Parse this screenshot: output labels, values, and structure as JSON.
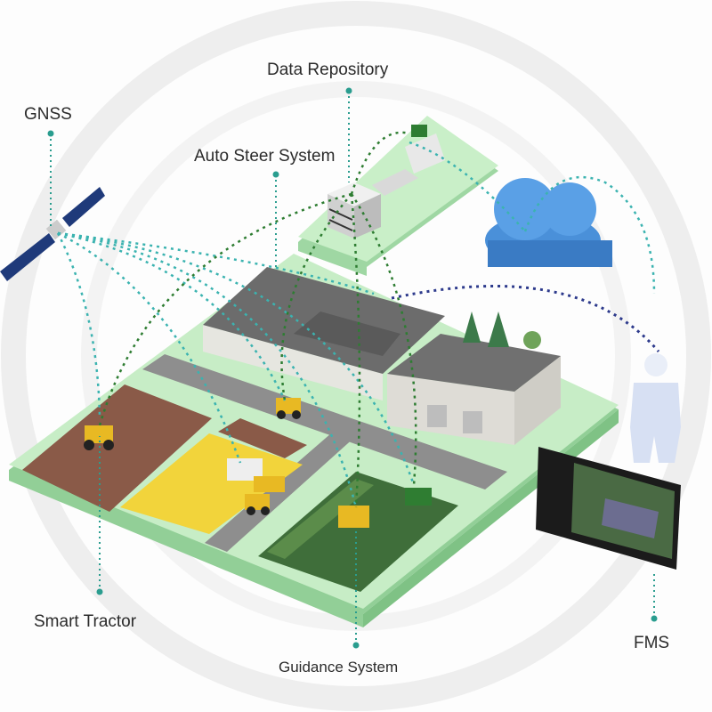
{
  "labels": {
    "data_repository": "Data Repository",
    "gnss": "GNSS",
    "auto_steer": "Auto Steer System",
    "smart_tractor": "Smart Tractor",
    "fms": "FMS",
    "guidance": "Guidance System"
  },
  "colors": {
    "teal_link": "#3bb3b0",
    "green_link": "#2e7d32",
    "navy_link": "#2d3a8c",
    "platform": "#bfe8c0",
    "cloud": "#4a90d9"
  }
}
